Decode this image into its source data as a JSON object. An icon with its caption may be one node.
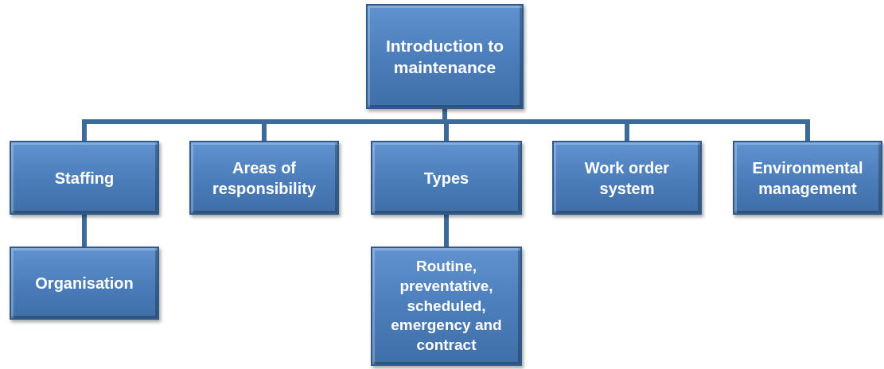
{
  "diagram": {
    "nodes": [
      {
        "text": [
          "Introduction to maintenance"
        ]
      },
      {
        "text": [
          "Staffing"
        ]
      },
      {
        "text": [
          "Areas of responsibility"
        ]
      },
      {
        "text": [
          "Types"
        ]
      },
      {
        "text": [
          "Work order system"
        ]
      },
      {
        "text": [
          "Environmental management"
        ]
      },
      {
        "text": [
          "Organisation"
        ]
      },
      {
        "text": [
          "Routine, preventative, scheduled, emergency and contract"
        ]
      }
    ],
    "edges": [
      {
        "from": 0,
        "to": 1,
        "arrow": "none"
      },
      {
        "from": 0,
        "to": 2,
        "arrow": "none"
      },
      {
        "from": 0,
        "to": 3,
        "arrow": "none"
      },
      {
        "from": 0,
        "to": 4,
        "arrow": "none"
      },
      {
        "from": 0,
        "to": 5,
        "arrow": "none"
      },
      {
        "from": 1,
        "to": 6,
        "arrow": "none"
      },
      {
        "from": 3,
        "to": 7,
        "arrow": "none"
      }
    ]
  }
}
